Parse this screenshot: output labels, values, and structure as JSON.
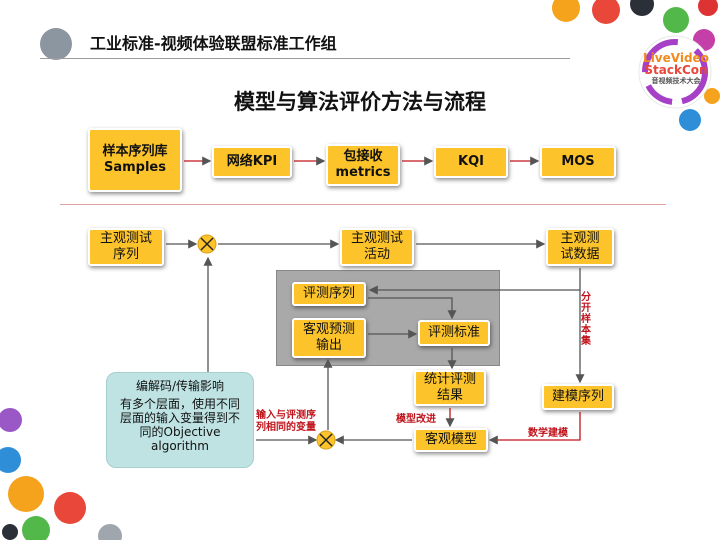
{
  "header": {
    "title": "工业标准-视频体验联盟标准工作组"
  },
  "logo": {
    "line1": "LiveVideo",
    "line2": "StackCon",
    "line3": "音视频技术大会"
  },
  "main_title": "模型与算法评价方法与流程",
  "top_flow": {
    "samples": "样本序列库\nSamples",
    "network_kpi": "网络KPI",
    "packet_metrics": "包接收\nmetrics",
    "kqi": "KQI",
    "mos": "MOS"
  },
  "lower_flow": {
    "subjective_sequence": "主观测试\n序列",
    "subjective_activity": "主观测试\n活动",
    "subjective_data": "主观测\n试数据",
    "eval_sequence": "评测序列",
    "objective_prediction": "客观预测\n输出",
    "eval_standard": "评测标准",
    "stats_result": "统计评测\n结果",
    "modeling_sequence": "建模序列",
    "objective_model": "客观模型"
  },
  "note": {
    "title": "编解码/传输影响",
    "body": "有多个层面，使用不同\n层面的输入变量得到不\n同的Objective\nalgorithm"
  },
  "labels": {
    "split_samples": "分\n开\n样\n本\n集",
    "input_same": "输入与评测序\n列相同的变量",
    "model_improve": "模型改进",
    "math_modeling": "数学建模"
  }
}
